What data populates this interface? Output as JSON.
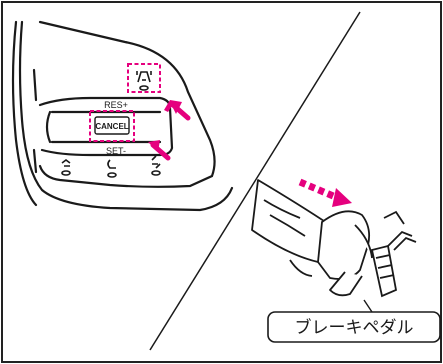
{
  "steering_panel": {
    "res_label": "RES+",
    "set_label": "SET-",
    "cancel_label": "CANCEL",
    "lane_icon": "radar-cruise-lane-icon",
    "vehicle_distance_icon": "vehicle-distance-icon",
    "phone_icon": "phone-handset-icon",
    "voice_icon": "voice-command-icon"
  },
  "callout": {
    "brake_pedal_label": "ブレーキペダル"
  },
  "colors": {
    "highlight": "#e5007e",
    "line": "#1a1a1a",
    "frame": "#222222"
  }
}
